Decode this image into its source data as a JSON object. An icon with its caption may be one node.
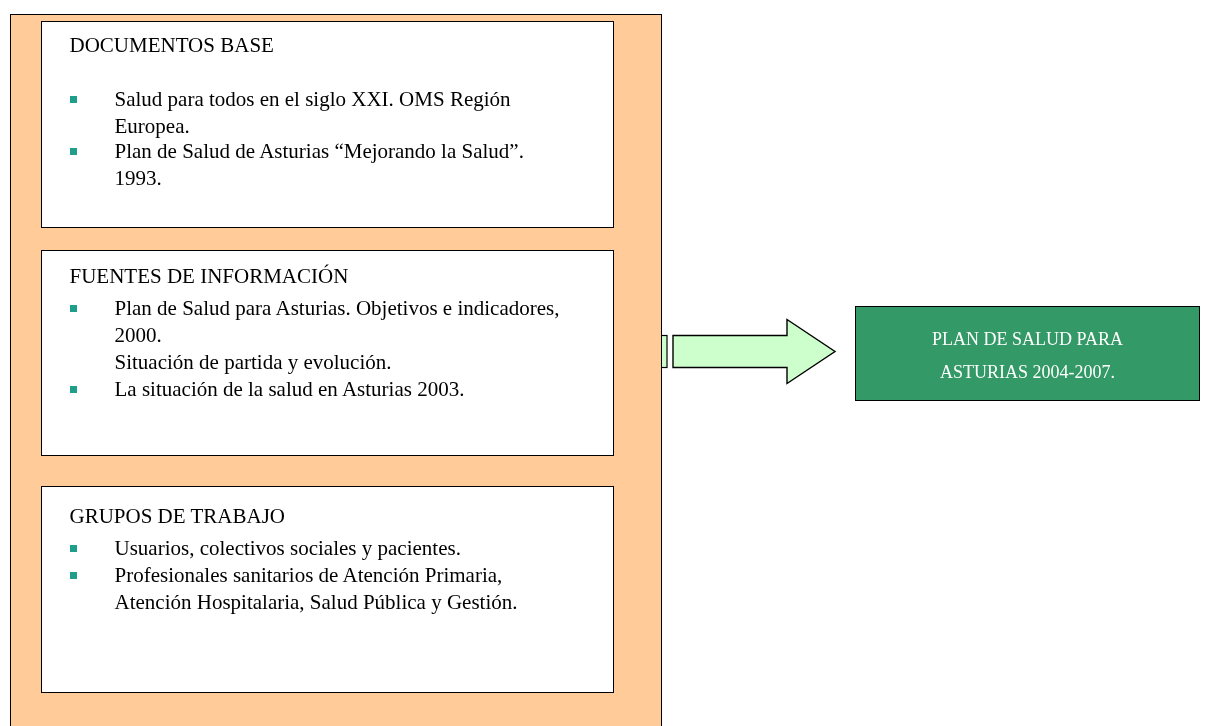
{
  "diagram": {
    "nodes": [
      {
        "text": [],
        "shape": "box"
      },
      {
        "text": [
          "DOCUMENTOS BASE",
          "Salud para todos en el siglo XXI. OMS Región Europea.",
          "Plan de Salud de Asturias “Mejorando la Salud”. 1993."
        ],
        "in": 0
      },
      {
        "text": [
          "FUENTES DE INFORMACIÓN",
          "Plan de Salud para Asturias. Objetivos e indicadores, 2000.",
          "Situación de partida y evolución.",
          "La situación de la salud en Asturias 2003."
        ],
        "in": 0
      },
      {
        "text": [
          "GRUPOS DE TRABAJO",
          "Usuarios, colectivos sociales y pacientes.",
          "Profesionales sanitarios de Atención Primaria, Atención Hospitalaria, Salud Pública y Gestión."
        ],
        "in": 0
      },
      {
        "text": [
          "PLAN DE SALUD PARA ASTURIAS 2004-2007."
        ]
      }
    ],
    "edges": [
      {
        "from": 0,
        "to": 4,
        "arrow": "to",
        "style": "thick"
      }
    ]
  }
}
